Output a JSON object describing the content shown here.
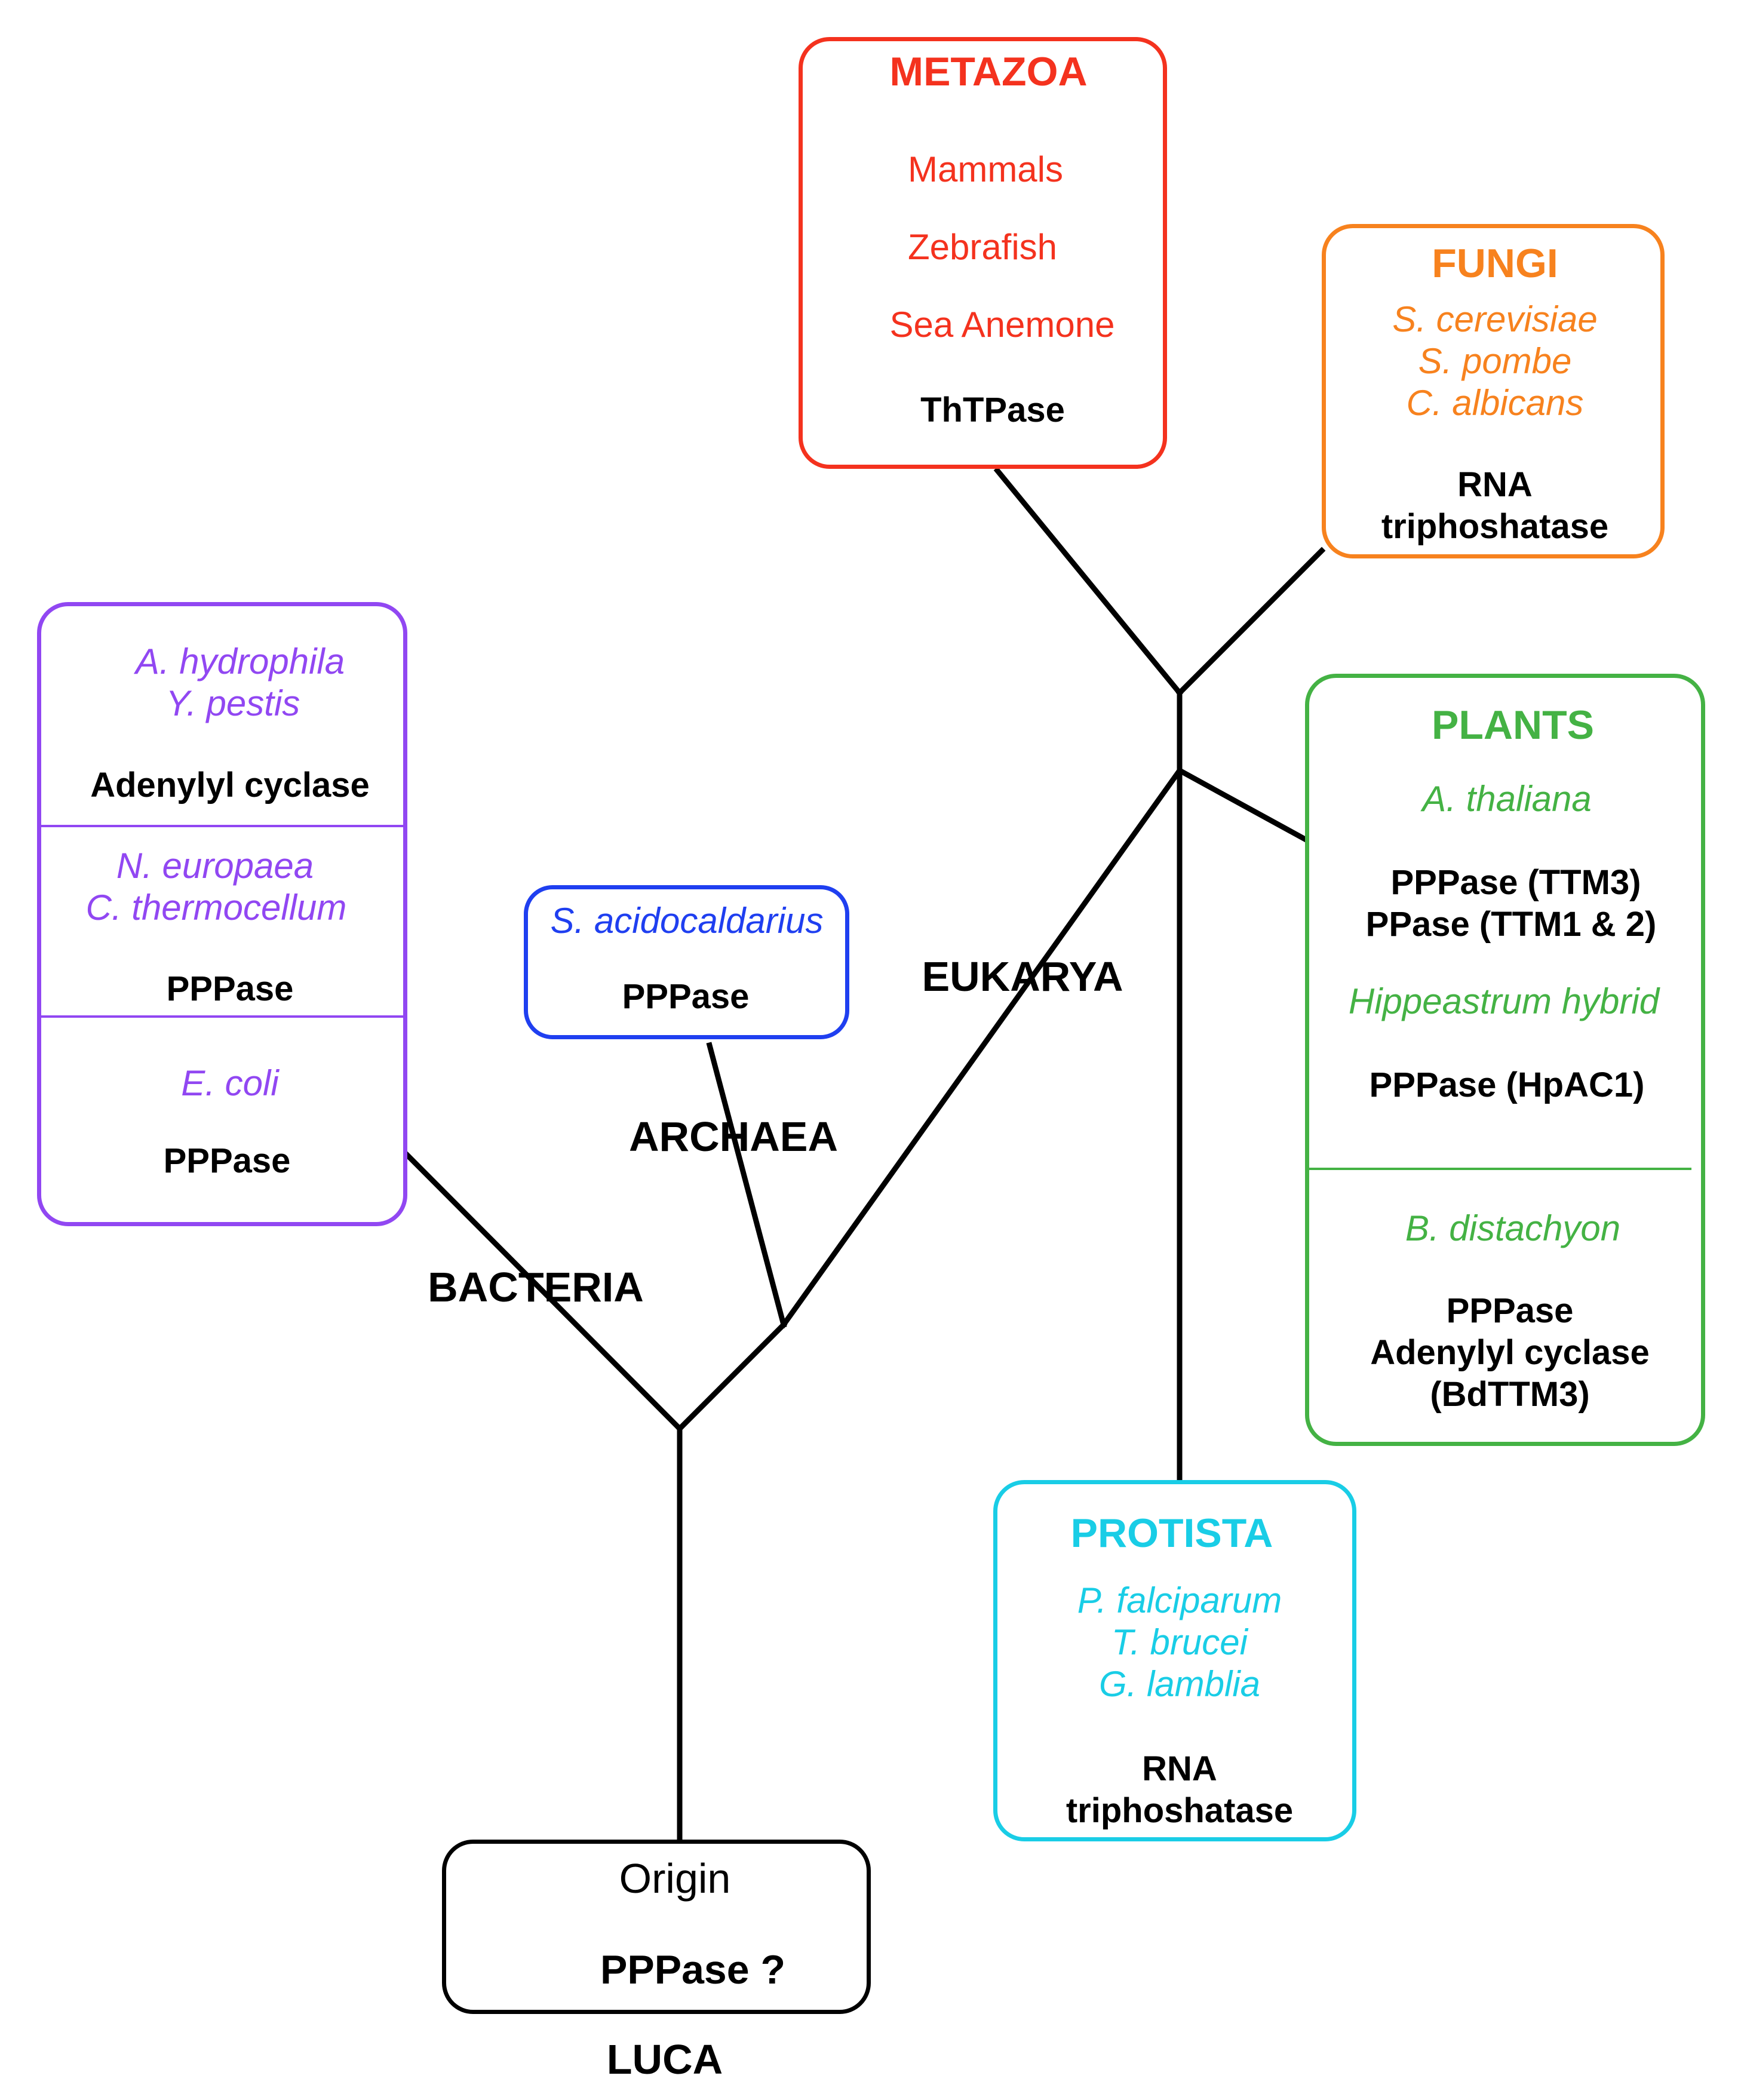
{
  "colors": {
    "metazoa": "#f4321e",
    "fungi": "#f7821e",
    "plants": "#44b244",
    "bacteria": "#9147f2",
    "archaea": "#1f3ff0",
    "protista": "#19cde6",
    "origin": "#000000",
    "lines": "#000000"
  },
  "branch_labels": {
    "bacteria": "BACTERIA",
    "archaea": "ARCHAEA",
    "eukarya": "EUKARYA",
    "luca": "LUCA"
  },
  "metazoa": {
    "title": "METAZOA",
    "species": [
      "Mammals",
      "Zebrafish",
      "Sea Anemone"
    ],
    "enzyme": "ThTPase"
  },
  "fungi": {
    "title": "FUNGI",
    "species": [
      "S. cerevisiae",
      "S. pombe",
      "C. albicans"
    ],
    "enzyme": [
      "RNA",
      "triphoshatase"
    ]
  },
  "plants": {
    "title": "PLANTS",
    "groups": [
      {
        "species": "A. thaliana",
        "enzyme": [
          "PPPase (TTM3)",
          "PPase (TTM1 & 2)"
        ]
      },
      {
        "species": "Hippeastrum hybrid",
        "enzyme": [
          "PPPase (HpAC1)"
        ]
      },
      {
        "species": "B. distachyon",
        "enzyme": [
          "PPPase",
          "Adenylyl cyclase",
          "(BdTTM3)"
        ]
      }
    ]
  },
  "bacteria": {
    "groups": [
      {
        "species": [
          "A. hydrophila",
          "Y. pestis"
        ],
        "enzyme": "Adenylyl cyclase"
      },
      {
        "species": [
          "N. europaea",
          "C. thermocellum"
        ],
        "enzyme": "PPPase"
      },
      {
        "species": [
          "E. coli"
        ],
        "enzyme": "PPPase"
      }
    ]
  },
  "archaea": {
    "species": "S. acidocaldarius",
    "enzyme": "PPPase"
  },
  "protista": {
    "title": "PROTISTA",
    "species": [
      "P. falciparum",
      "T. brucei",
      "G. lamblia"
    ],
    "enzyme": [
      "RNA",
      "triphoshatase"
    ]
  },
  "origin": {
    "title": "Origin",
    "enzyme": "PPPase ?"
  }
}
